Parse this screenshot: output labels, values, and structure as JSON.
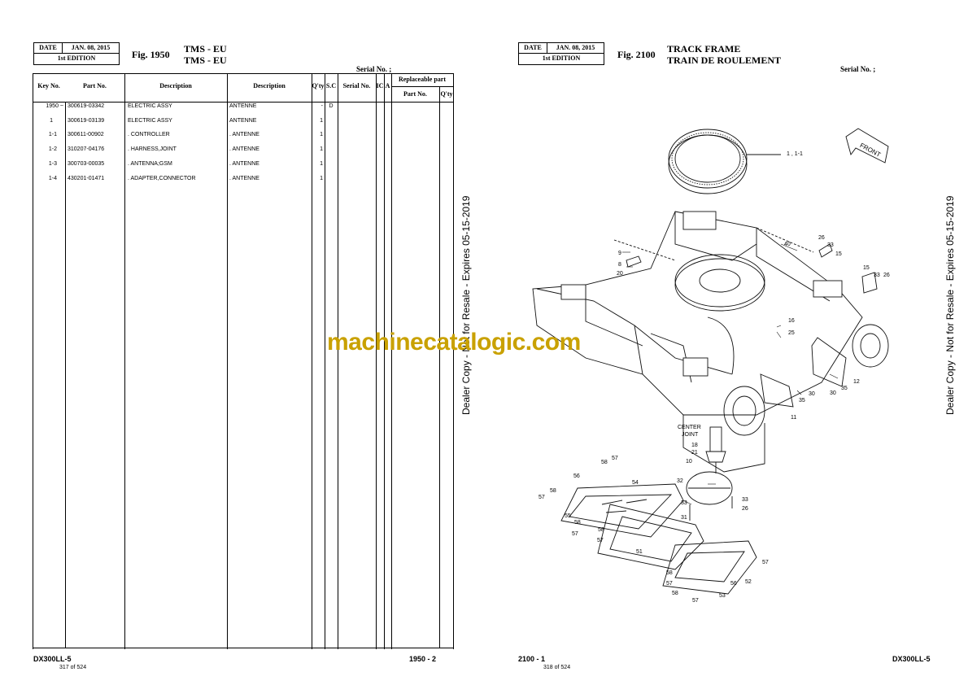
{
  "left_page": {
    "date_label": "DATE",
    "date_value": "JAN. 08, 2015",
    "edition": "1st EDITION",
    "fig_no": "Fig. 1950",
    "title_line1": "TMS - EU",
    "title_line2": "TMS - EU",
    "serial_label": "Serial No. ;",
    "headers": {
      "key_no": "Key No.",
      "part_no": "Part No.",
      "description_en": "Description",
      "description_fr": "Description",
      "qty": "Q'ty",
      "sc": "S.C",
      "serial_no": "Serial No.",
      "ic": "IC",
      "a": "A",
      "replaceable": "Replaceable part",
      "rp_part_no": "Part No.",
      "rp_qty": "Q'ty"
    },
    "rows": [
      {
        "key": "1950 ~",
        "part": "300619-03342",
        "desc": "ELECTRIC ASSY",
        "desc_fr": "ANTENNE",
        "qty": "-",
        "sc": "D"
      },
      {
        "key": "1",
        "part": "300619-03139",
        "desc": "ELECTRIC ASSY",
        "desc_fr": "ANTENNE",
        "qty": "1",
        "sc": ""
      },
      {
        "key": "1-1",
        "part": "300611-00902",
        "desc": ". CONTROLLER",
        "desc_fr": ". ANTENNE",
        "qty": "1",
        "sc": ""
      },
      {
        "key": "1-2",
        "part": "310207-04176",
        "desc": ". HARNESS,JOINT",
        "desc_fr": ". ANTENNE",
        "qty": "1",
        "sc": ""
      },
      {
        "key": "1-3",
        "part": "300703-00035",
        "desc": ". ANTENNA;GSM",
        "desc_fr": ". ANTENNE",
        "qty": "1",
        "sc": ""
      },
      {
        "key": "1-4",
        "part": "430201-01471",
        "desc": ". ADAPTER,CONNECTOR",
        "desc_fr": ". ANTENNE",
        "qty": "1",
        "sc": ""
      }
    ],
    "footer_model": "DX300LL-5",
    "footer_page": "1950 - 2",
    "page_count": "317 of 524",
    "dealer_stamp": "Dealer Copy - Not for Resale - Expires 05-15-2019"
  },
  "right_page": {
    "date_label": "DATE",
    "date_value": "JAN. 08, 2015",
    "edition": "1st EDITION",
    "fig_no": "Fig. 2100",
    "title_line1": "TRACK FRAME",
    "title_line2": "TRAIN DE ROULEMENT",
    "serial_label": "Serial No. ;",
    "front_label": "FRONT",
    "center_joint_line1": "CENTER",
    "center_joint_line2": "JOINT",
    "callouts": {
      "c1": "1 , 1-1",
      "c9": "9",
      "c8": "8",
      "c20": "20",
      "c40": "40",
      "c26a": "26",
      "c33a": "33",
      "c15a": "15",
      "c15b": "15",
      "c33b": "33",
      "c26b": "26",
      "c16": "16",
      "c25": "25",
      "c12": "12",
      "c35a": "35",
      "c30a": "30",
      "c30b": "30",
      "c35b": "35",
      "c11": "11",
      "c18": "18",
      "c21": "21",
      "c10": "10",
      "c32": "32",
      "c33c": "33",
      "c31": "31",
      "c33d": "33",
      "c26c": "26",
      "c57a": "57",
      "c58a": "58",
      "c56a": "56",
      "c54": "54",
      "c57b": "57",
      "c58b": "58",
      "c55": "55",
      "c58c": "58",
      "c57c": "57",
      "c58d": "58",
      "c57d": "57",
      "c51": "51",
      "c57e": "57",
      "c52": "52",
      "c58e": "58",
      "c57f": "57",
      "c56b": "56",
      "c53": "53",
      "c57g": "57",
      "c58f": "58"
    },
    "footer_page": "2100 - 1",
    "footer_model": "DX300LL-5",
    "page_count": "318 of 524",
    "dealer_stamp": "Dealer Copy - Not for Resale - Expires 05-15-2019"
  },
  "watermark": "machinecatalogic.com"
}
